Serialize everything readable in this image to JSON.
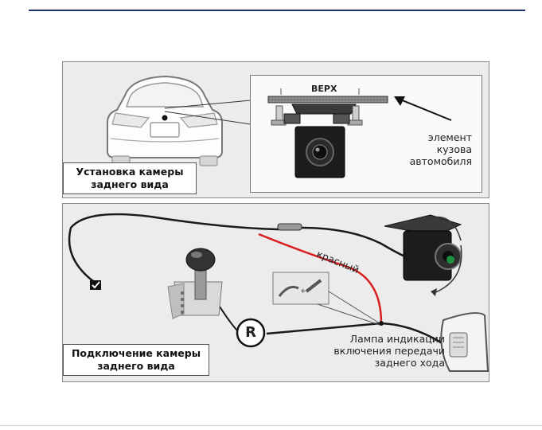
{
  "install_panel": {
    "caption_line1": "Установка камеры",
    "caption_line2": "заднего вида",
    "top_label": "ВЕРХ",
    "body_label_line1": "элемент",
    "body_label_line2": "кузова",
    "body_label_line3": "автомобиля"
  },
  "connect_panel": {
    "caption_line1": "Подключение камеры",
    "caption_line2": "заднего вида",
    "wire_label": "красный",
    "reverse_symbol": "R",
    "lamp_label_line1": "Лампа индикации",
    "lamp_label_line2": "включения передачи",
    "lamp_label_line3": "заднего хода"
  },
  "colors": {
    "rule": "#1a2f6b",
    "panel_bg": "#ececec",
    "red_wire": "#d81e1e",
    "cable": "#1a1a1a"
  },
  "icons": [
    "car-rear-icon",
    "camera-icon",
    "gear-shifter-icon",
    "monitor-icon",
    "tail-lamp-icon",
    "wire-splice-icon"
  ]
}
